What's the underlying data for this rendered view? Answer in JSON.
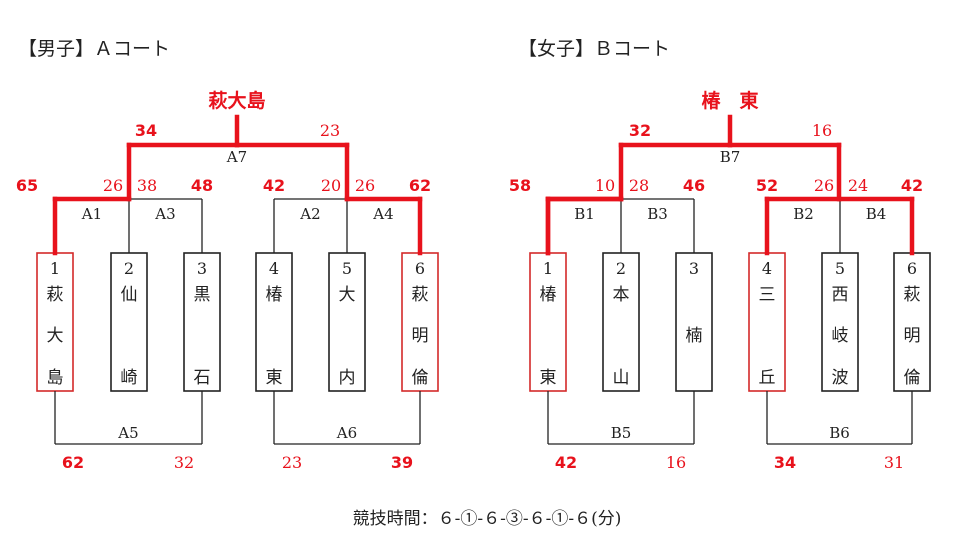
{
  "titles": {
    "boys": "【男子】Ａコート",
    "girls": "【女子】Ｂコート"
  },
  "footer": "競技時間：６-①-６-③-６-①-６(分)",
  "courts": [
    {
      "id": "A",
      "champion": "萩大島",
      "teams": [
        {
          "num": "1",
          "chars": [
            "萩",
            "大",
            "島"
          ],
          "highlight": true
        },
        {
          "num": "2",
          "chars": [
            "仙",
            "",
            "崎"
          ],
          "highlight": false
        },
        {
          "num": "3",
          "chars": [
            "黒",
            "",
            "石"
          ],
          "highlight": false
        },
        {
          "num": "4",
          "chars": [
            "椿",
            "",
            "東"
          ],
          "highlight": false
        },
        {
          "num": "5",
          "chars": [
            "大",
            "",
            "内"
          ],
          "highlight": false
        },
        {
          "num": "6",
          "chars": [
            "萩",
            "明",
            "倫"
          ],
          "highlight": true
        }
      ],
      "matches": {
        "A1": {
          "left": "26",
          "winner": "left"
        },
        "A3": {
          "left": "38",
          "right": "48",
          "winner": "right"
        },
        "A2": {
          "left": "42",
          "right": "20",
          "winner": "left"
        },
        "A4": {
          "left": "26",
          "right": "62",
          "winner": "right"
        },
        "A5": {
          "left": "62",
          "right": "32",
          "winner": "left"
        },
        "A6": {
          "left": "23",
          "right": "39",
          "winner": "right"
        },
        "A7": {
          "left": "34",
          "right": "23",
          "winner": "left"
        }
      },
      "outer_left": "65"
    },
    {
      "id": "B",
      "champion": "椿　東",
      "teams": [
        {
          "num": "1",
          "chars": [
            "椿",
            "",
            "東"
          ],
          "highlight": true
        },
        {
          "num": "2",
          "chars": [
            "本",
            "",
            "山"
          ],
          "highlight": false
        },
        {
          "num": "3",
          "chars": [
            "",
            "楠",
            ""
          ],
          "highlight": false
        },
        {
          "num": "4",
          "chars": [
            "三",
            "",
            "丘"
          ],
          "highlight": true
        },
        {
          "num": "5",
          "chars": [
            "西",
            "岐",
            "波"
          ],
          "highlight": false
        },
        {
          "num": "6",
          "chars": [
            "萩",
            "明",
            "倫"
          ],
          "highlight": false
        }
      ],
      "matches": {
        "B1": {
          "left": "10",
          "winner": "left"
        },
        "B3": {
          "left": "28",
          "right": "46",
          "winner": "right"
        },
        "B2": {
          "left": "52",
          "right": "26",
          "winner": "left"
        },
        "B4": {
          "left": "24",
          "right": "42",
          "winner": "right"
        },
        "B5": {
          "left": "42",
          "right": "16",
          "winner": "left"
        },
        "B6": {
          "left": "34",
          "right": "31",
          "winner": "left"
        },
        "B7": {
          "left": "32",
          "right": "16",
          "winner": "left"
        }
      },
      "outer_left": "58"
    }
  ]
}
